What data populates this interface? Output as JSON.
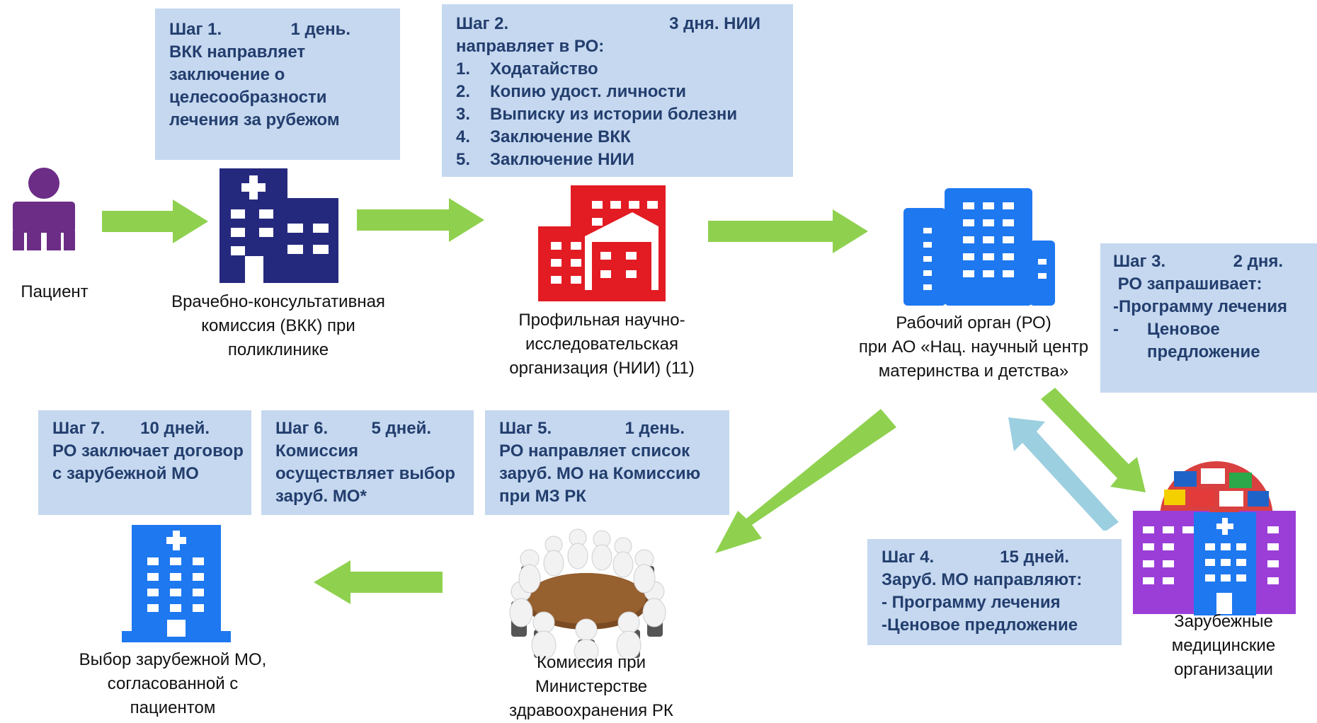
{
  "colors": {
    "box_bg": "#c5d8ef",
    "box_text": "#233e6e",
    "arrow_green": "#8fd14f",
    "arrow_blue": "#9ccfe0",
    "patient": "#6b2d86",
    "vkk": "#25297e",
    "nii": "#e31b23",
    "ro": "#1e78f0",
    "foreign_purple": "#9b3ed8",
    "foreign_blue": "#1e78f0",
    "chosen_mo": "#1e78f0"
  },
  "step1": {
    "title": "Шаг 1.",
    "time": "1 день.",
    "lines": [
      "ВКК направляет",
      "заключение о",
      "целесообразности",
      "лечения за  рубежом"
    ]
  },
  "step2": {
    "title": "Шаг 2.",
    "time": "3 дня. НИИ",
    "intro": "направляет в РО:",
    "items": [
      {
        "n": "1.",
        "text": "Ходатайство"
      },
      {
        "n": "2.",
        "text": "Копию удост. личности"
      },
      {
        "n": "3.",
        "text": "Выписку из истории болезни"
      },
      {
        "n": "4.",
        "text": "Заключение ВКК"
      },
      {
        "n": "5.",
        "text": "Заключение НИИ"
      }
    ]
  },
  "step3": {
    "title": "Шаг 3.",
    "time": "2 дня.",
    "lines": [
      " РО запрашивает:",
      "-Программу лечения"
    ],
    "item_dash": "-",
    "item_lines": [
      "Ценовое",
      "предложение"
    ]
  },
  "step4": {
    "title": "Шаг 4.",
    "time": "15 дней.",
    "lines": [
      "Заруб.  МО направляют:",
      "- Программу лечения",
      "-Ценовое предложение"
    ]
  },
  "step5": {
    "title": "Шаг 5.",
    "time": "1 день.",
    "lines": [
      "РО направляет список",
      "заруб. МО на Комиссию",
      "при МЗ РК"
    ]
  },
  "step6": {
    "title": "Шаг 6.",
    "time": "5 дней.",
    "lines": [
      "Комиссия",
      "осуществляет выбор",
      "заруб. МО*"
    ]
  },
  "step7": {
    "title": "Шаг 7.",
    "time": "10 дней.",
    "lines": [
      "РО заключает  договор",
      "с зарубежной МО"
    ]
  },
  "nodes": {
    "patient": [
      "Пациент"
    ],
    "vkk": [
      "Врачебно-консультативная",
      "комиссия (ВКК) при",
      "поликлинике"
    ],
    "nii": [
      "Профильная научно-",
      "исследовательская",
      "организация (НИИ) (11)"
    ],
    "ro": [
      "Рабочий орган (РО)",
      "при  АО «Нац. научный центр",
      "материнства и детства»"
    ],
    "foreign": [
      "Зарубежные",
      "медицинские",
      "организации"
    ],
    "commission": [
      "Комиссия при",
      "Министерстве",
      "здравоохранения РК"
    ],
    "chosen": [
      "Выбор зарубежной МО,",
      "согласованной с",
      "пациентом"
    ]
  }
}
